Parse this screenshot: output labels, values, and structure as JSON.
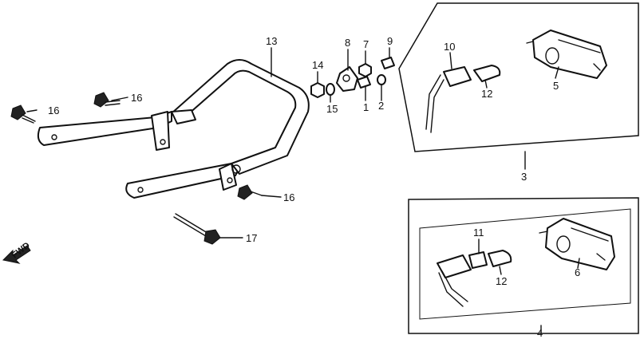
{
  "callouts": {
    "c1": "1",
    "c2": "2",
    "c3": "3",
    "c4": "4",
    "c5": "5",
    "c6": "6",
    "c7": "7",
    "c8": "8",
    "c9": "9",
    "c10": "10",
    "c11": "11",
    "c12a": "12",
    "c12b": "12",
    "c13": "13",
    "c14": "14",
    "c15": "15",
    "c16a": "16",
    "c16b": "16",
    "c16c": "16",
    "c17": "17"
  },
  "direction_label": "FWD",
  "colors": {
    "line": "#111111",
    "background": "#ffffff"
  }
}
